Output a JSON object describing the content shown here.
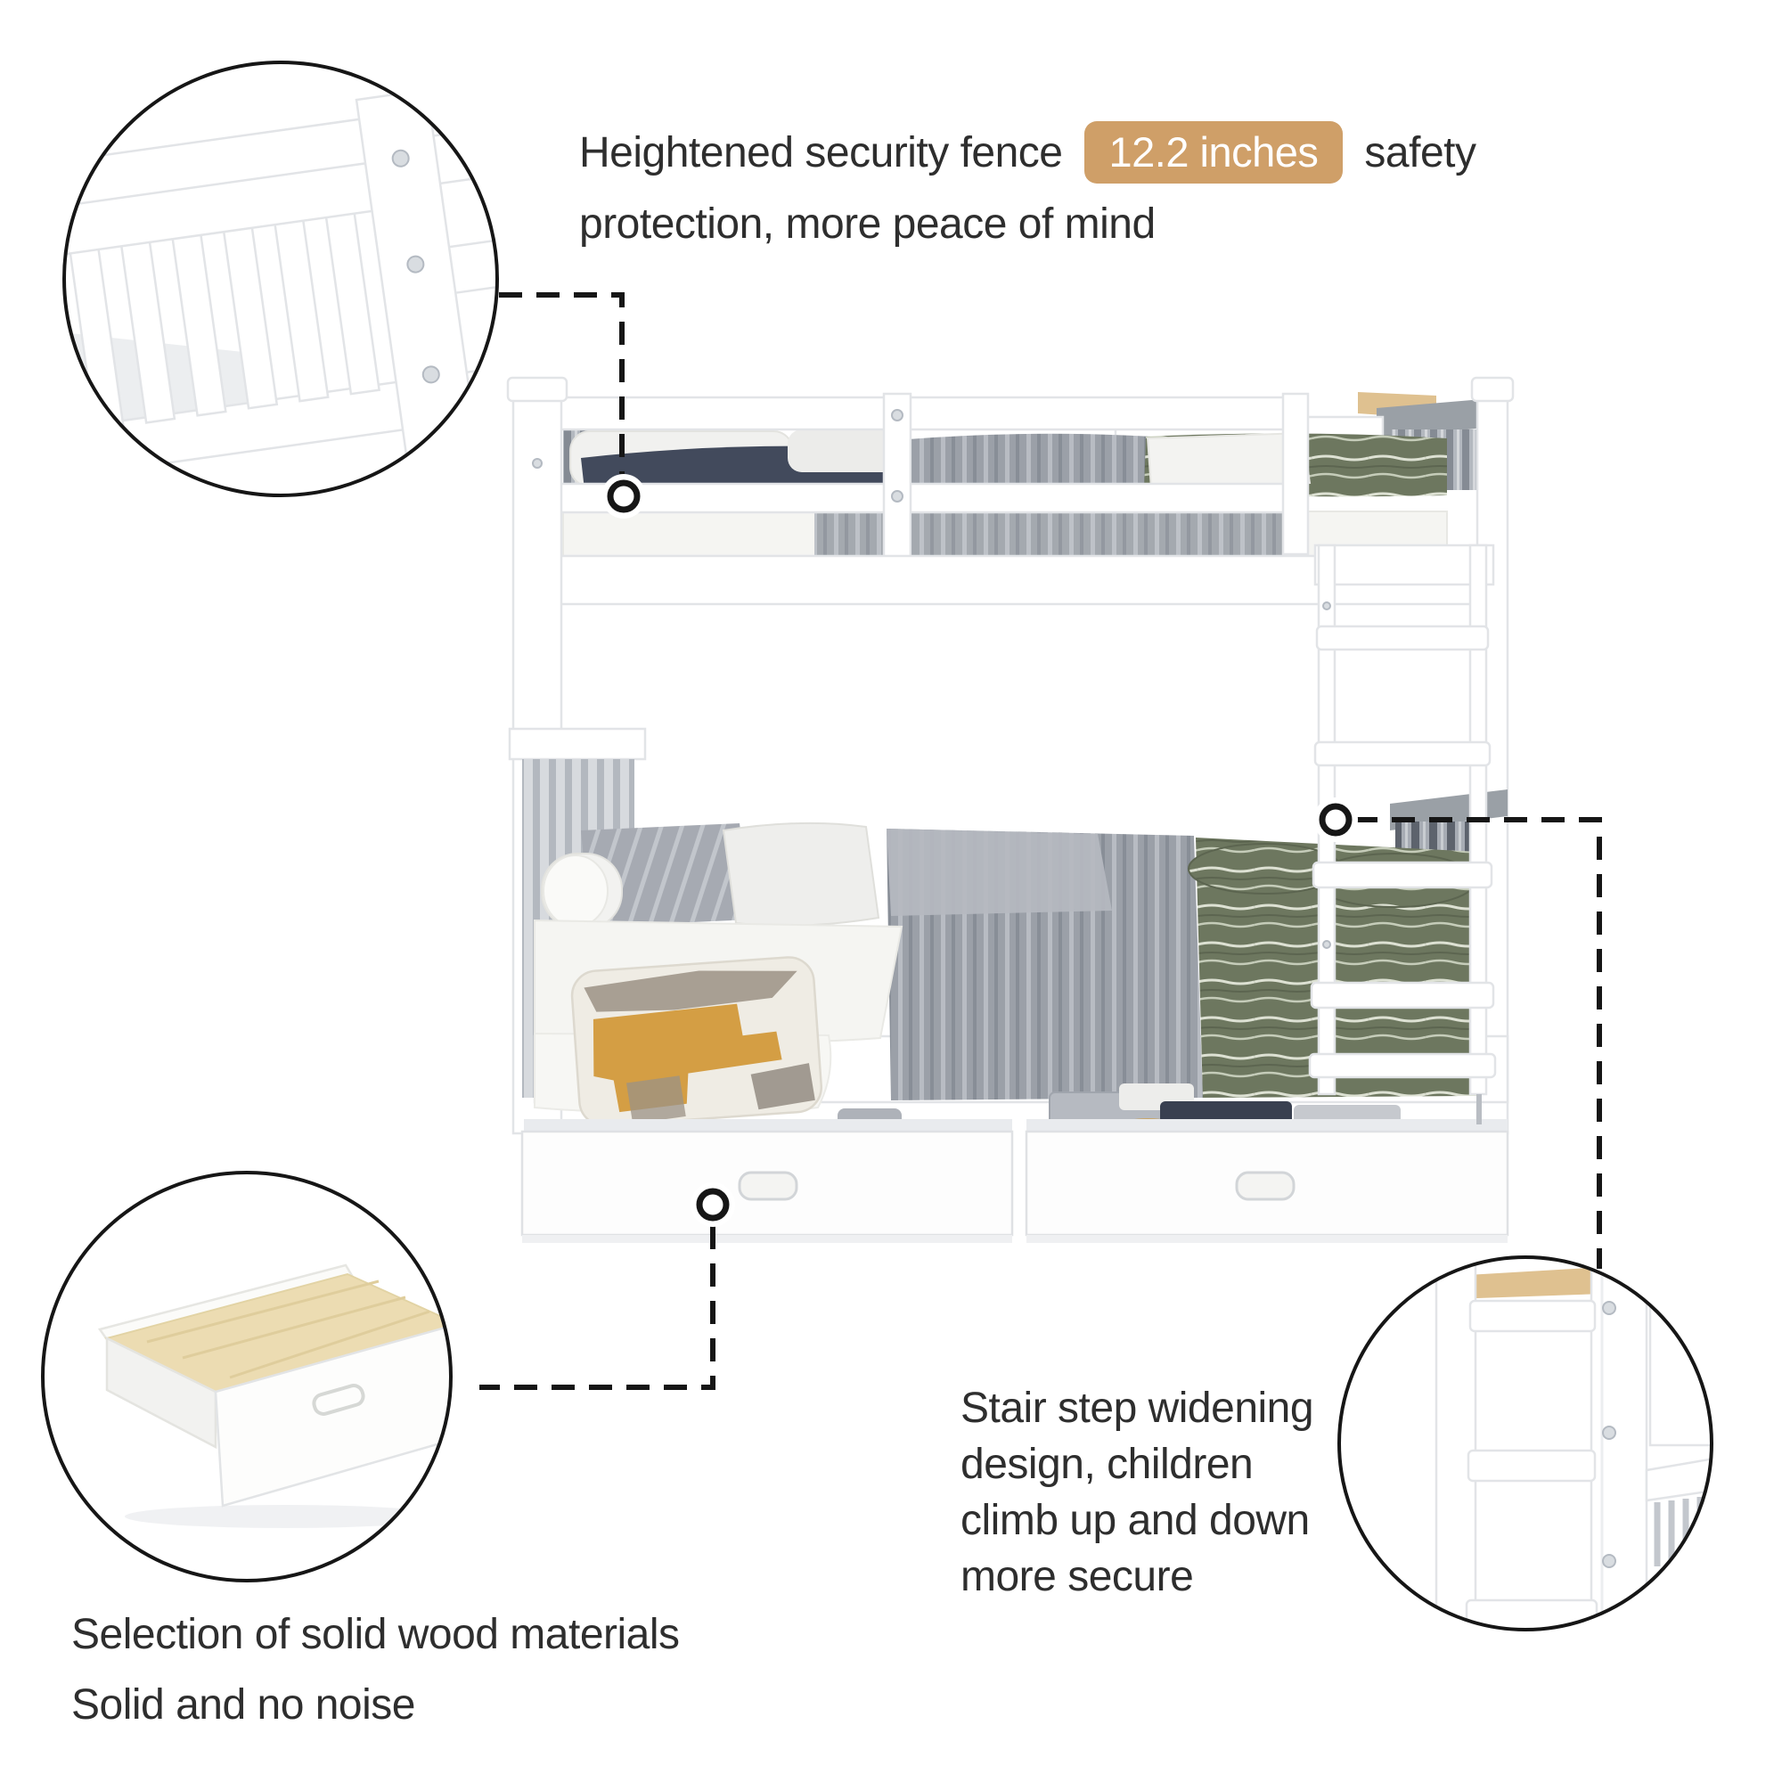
{
  "annotations": {
    "fence_callout": {
      "line1_prefix": "Heightened security fence",
      "badge_text": "12.2 inches",
      "line1_suffix": "safety",
      "line2": "protection, more peace of mind",
      "badge_bg": "#cf9f68",
      "badge_text_color": "#ffffff"
    },
    "materials_callout": {
      "line1": "Selection of solid wood materials",
      "line2": "Solid and no noise"
    },
    "ladder_callout": {
      "line1": "Stair step widening",
      "line2": "design, children",
      "line3": "climb up and down",
      "line4": "more secure"
    }
  },
  "styles": {
    "text_color": "#2e2e2e",
    "leader_line_color": "#161616",
    "circle_outline_color": "#161616",
    "wood_color": "#dfc190",
    "pine_color": "#ecdcb2",
    "green_bedding_color": "#6d775f",
    "gray_bedding_color": "#9ba0a8",
    "navy_pillow_color": "#424a5c"
  }
}
